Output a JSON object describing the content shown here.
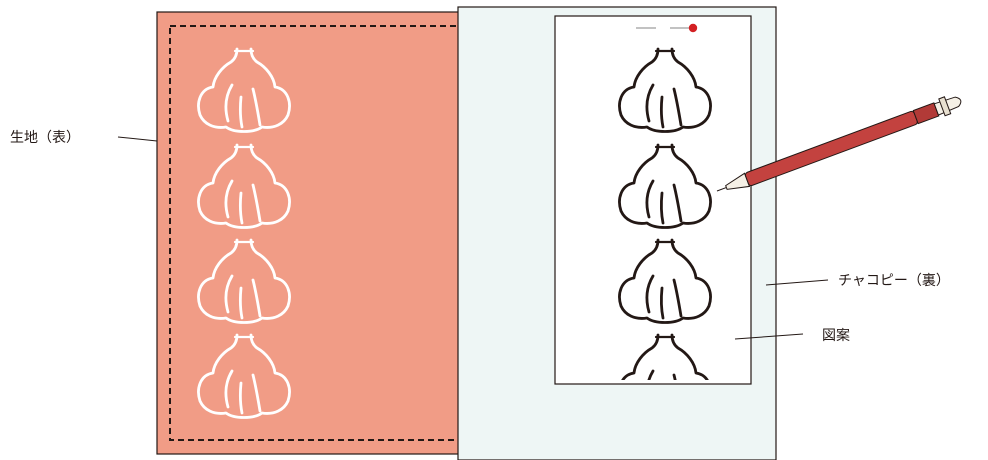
{
  "labels": {
    "fabric": "生地（表）",
    "chacopy": "チャコピー（裏）",
    "pattern": "図案"
  },
  "colors": {
    "fabric": "#F19C86",
    "chacopy_sheet": "#EEF6F5",
    "pattern_paper": "#FFFFFF",
    "outline": "#231815",
    "white_trace": "#FFFFFF",
    "pen_body": "#C3423F",
    "pen_cap": "#B23A37",
    "pin_dot": "#D32023"
  },
  "icons": {
    "motif": "garlic-icon",
    "tool": "pen-icon"
  }
}
